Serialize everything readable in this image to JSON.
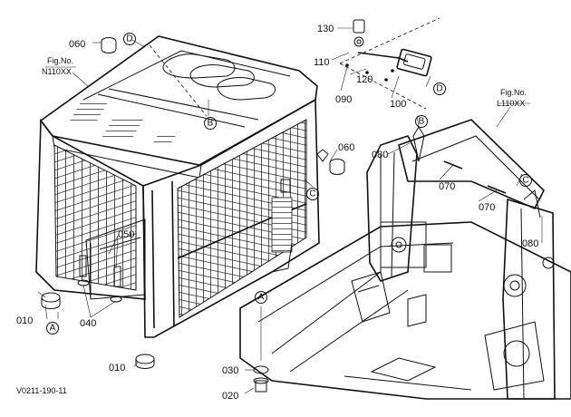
{
  "figure_refs": {
    "left": {
      "line1": "Fig.No.",
      "line2": "N110XX"
    },
    "right": {
      "line1": "Fig.No.",
      "line2": "L110XX"
    }
  },
  "part_labels": {
    "p010a": "010",
    "p010b": "010",
    "p020": "020",
    "p030": "030",
    "p040": "040",
    "p050": "050",
    "p060a": "060",
    "p060b": "060",
    "p070a": "070",
    "p070b": "070",
    "p080a": "080",
    "p080b": "080",
    "p090": "090",
    "p100": "100",
    "p110": "110",
    "p120": "120",
    "p130": "130"
  },
  "callouts": {
    "A1": "A",
    "A2": "A",
    "B1": "B",
    "B2": "B",
    "C1": "C",
    "C2": "C",
    "D1": "D",
    "D2": "D"
  },
  "drawing_code": "V0211-190-11"
}
